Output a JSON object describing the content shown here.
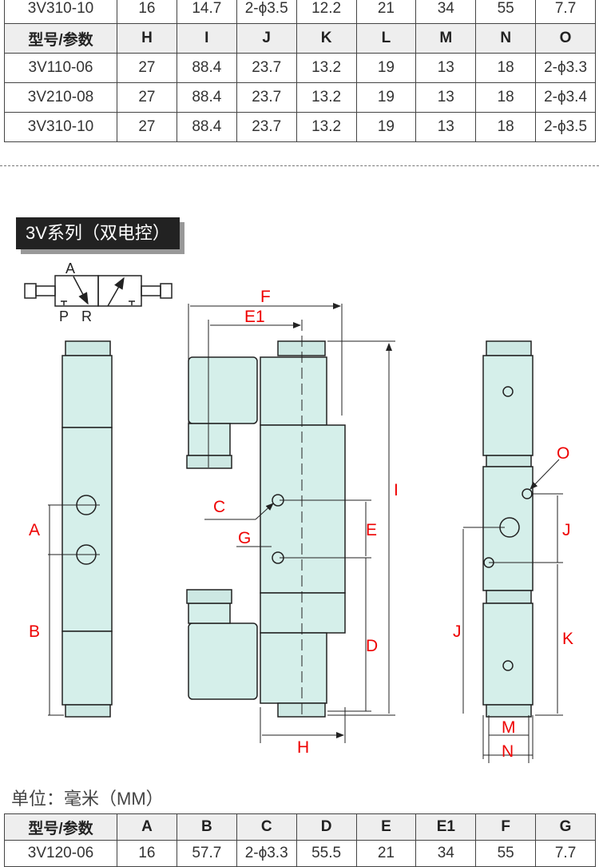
{
  "top_table": {
    "partial_row": [
      "3V310-10",
      "16",
      "14.7",
      "2-ϕ3.5",
      "12.2",
      "21",
      "34",
      "55",
      "7.7"
    ],
    "header": [
      "型号/参数",
      "H",
      "I",
      "J",
      "K",
      "L",
      "M",
      "N",
      "O"
    ],
    "rows": [
      [
        "3V110-06",
        "27",
        "88.4",
        "23.7",
        "13.2",
        "19",
        "13",
        "18",
        "2-ϕ3.3"
      ],
      [
        "3V210-08",
        "27",
        "88.4",
        "23.7",
        "13.2",
        "19",
        "13",
        "18",
        "2-ϕ3.4"
      ],
      [
        "3V310-10",
        "27",
        "88.4",
        "23.7",
        "13.2",
        "19",
        "13",
        "18",
        "2-ϕ3.5"
      ]
    ]
  },
  "section_title": "3V系列（双电控）",
  "symbol": {
    "port_a": "A",
    "port_p": "P",
    "port_r": "R"
  },
  "dims": {
    "F": "F",
    "E1": "E1",
    "I": "I",
    "C": "C",
    "E": "E",
    "G": "G",
    "A": "A",
    "B": "B",
    "D": "D",
    "H": "H",
    "O": "O",
    "J1": "J",
    "J2": "J",
    "K": "K",
    "M": "M",
    "N": "N"
  },
  "unit_label": "单位：毫米（MM）",
  "bottom_table": {
    "header": [
      "型号/参数",
      "A",
      "B",
      "C",
      "D",
      "E",
      "E1",
      "F",
      "G"
    ],
    "rows": [
      [
        "3V120-06",
        "16",
        "57.7",
        "2-ϕ3.3",
        "55.5",
        "21",
        "34",
        "55",
        "7.7"
      ]
    ]
  },
  "colors": {
    "body": "#d5efea",
    "dimension": "#e00000",
    "banner": "#222222"
  }
}
